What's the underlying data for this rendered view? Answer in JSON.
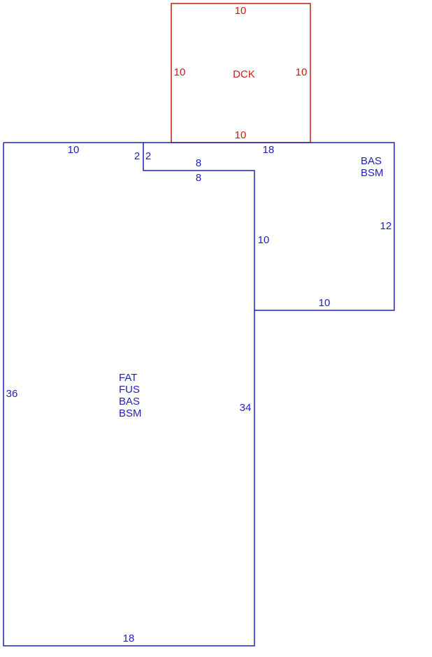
{
  "colors": {
    "main": "#1f1fbf",
    "deck": "#d01818",
    "background": "#ffffff"
  },
  "areas": {
    "deck": {
      "code": "DCK",
      "dims": {
        "top": "10",
        "bottom": "10",
        "left": "10",
        "right": "10"
      }
    },
    "main": {
      "codes": [
        "FAT",
        "FUS",
        "BAS",
        "BSM"
      ],
      "dims": {
        "top": "10",
        "notch_left": "2",
        "notch_right": "2",
        "notch_top": "8",
        "notch_bottom": "8",
        "inner_right": "34",
        "left": "36",
        "bottom": "18"
      }
    },
    "wing": {
      "codes": [
        "BAS",
        "BSM"
      ],
      "dims": {
        "top": "18",
        "right": "12",
        "inner_left": "10",
        "bottom": "10"
      }
    }
  }
}
